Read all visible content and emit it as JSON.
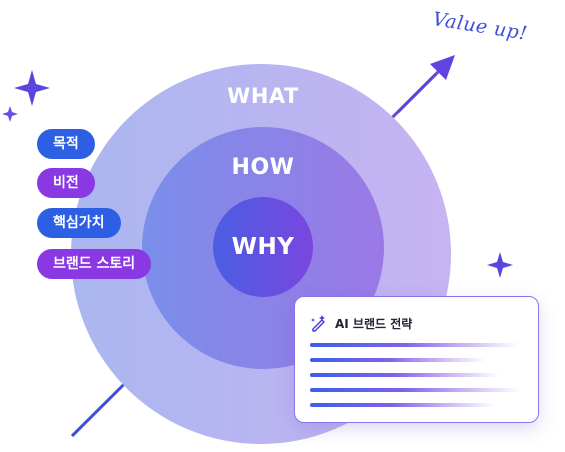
{
  "headline": "Value up!",
  "rings": {
    "outer": "WHAT",
    "middle": "HOW",
    "inner": "WHY"
  },
  "pills": [
    {
      "label": "목적",
      "color": "#2d5fe4"
    },
    {
      "label": "비전",
      "color": "#8a38e4"
    },
    {
      "label": "핵심가치",
      "color": "#2d5fe4"
    },
    {
      "label": "브랜드 스토리",
      "color": "#8a38e4"
    }
  ],
  "card": {
    "title": "AI 브랜드 전략",
    "icon": "pencil-sparkle-icon"
  },
  "colors": {
    "accent_blue": "#3e4fd6",
    "accent_purple": "#7a3fe0",
    "outer_ring": "#b7a7ef",
    "middle_ring": "#8a79e8",
    "inner_ring": "#5a4fe0"
  }
}
